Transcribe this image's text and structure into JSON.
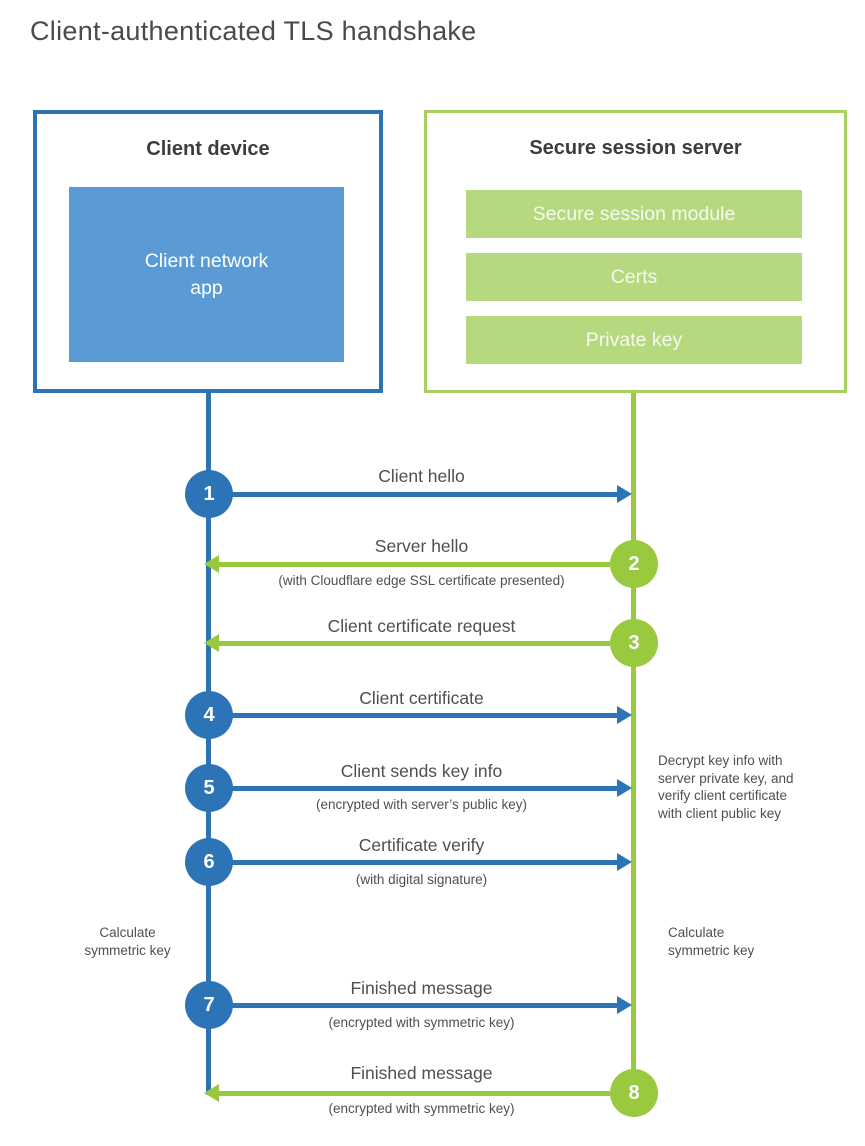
{
  "title": "Client-authenticated TLS handshake",
  "colors": {
    "blue_line": "#2c74b5",
    "blue_fill": "#5b9bd5",
    "green_line": "#98c93e",
    "green_border": "#a8d05e",
    "green_fill": "#b6d87f",
    "title_text": "#4a4a4a",
    "label_text": "#4f4f4f"
  },
  "client_box": {
    "title": "Client device",
    "app_label": "Client network\napp"
  },
  "server_box": {
    "title": "Secure session server",
    "modules": [
      "Secure session module",
      "Certs",
      "Private key"
    ]
  },
  "steps": [
    {
      "number": "1",
      "label": "Client hello",
      "sublabel": "",
      "direction": "right",
      "from": "client"
    },
    {
      "number": "2",
      "label": "Server hello",
      "sublabel": "(with Cloudflare edge SSL certificate presented)",
      "direction": "left",
      "from": "server"
    },
    {
      "number": "3",
      "label": "Client certificate request",
      "sublabel": "",
      "direction": "left",
      "from": "server"
    },
    {
      "number": "4",
      "label": "Client certificate",
      "sublabel": "",
      "direction": "right",
      "from": "client"
    },
    {
      "number": "5",
      "label": "Client sends key info",
      "sublabel": "(encrypted with server’s public key)",
      "direction": "right",
      "from": "client"
    },
    {
      "number": "6",
      "label": "Certificate verify",
      "sublabel": "(with digital signature)",
      "direction": "right",
      "from": "client"
    },
    {
      "number": "7",
      "label": "Finished message",
      "sublabel": "(encrypted with symmetric key)",
      "direction": "right",
      "from": "client"
    },
    {
      "number": "8",
      "label": "Finished message",
      "sublabel": "(encrypted with symmetric key)",
      "direction": "left",
      "from": "server"
    }
  ],
  "annotations": {
    "server_note": "Decrypt key info with\nserver private key, and\nverify client certificate\nwith client public key",
    "client_calc": "Calculate\nsymmetric key",
    "server_calc": "Calculate\nsymmetric key"
  }
}
